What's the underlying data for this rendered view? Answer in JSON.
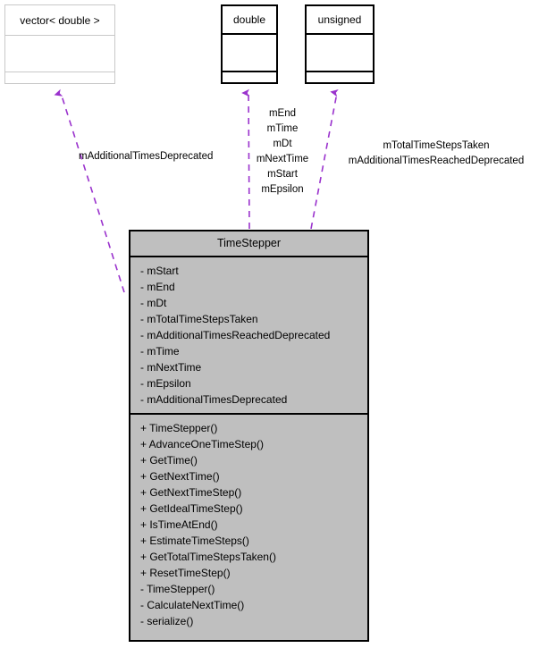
{
  "diagram": {
    "type": "uml-collaboration-diagram",
    "accent_color": "#9a32cd",
    "highlight_fill": "#bfbfbf",
    "nodes": [
      {
        "id": "vector-double",
        "title": "vector< double >",
        "style": "plain",
        "compartments": 3
      },
      {
        "id": "double",
        "title": "double",
        "style": "strong",
        "compartments": 3
      },
      {
        "id": "unsigned",
        "title": "unsigned",
        "style": "strong",
        "compartments": 3
      },
      {
        "id": "timestepper",
        "title": "TimeStepper",
        "style": "highlight",
        "attributes": [
          "- mStart",
          "- mEnd",
          "- mDt",
          "- mTotalTimeStepsTaken",
          "- mAdditionalTimesReachedDeprecated",
          "- mTime",
          "- mNextTime",
          "- mEpsilon",
          "- mAdditionalTimesDeprecated"
        ],
        "methods": [
          "+ TimeStepper()",
          "+ AdvanceOneTimeStep()",
          "+ GetTime()",
          "+ GetNextTime()",
          "+ GetNextTimeStep()",
          "+ GetIdealTimeStep()",
          "+ IsTimeAtEnd()",
          "+ EstimateTimeSteps()",
          "+ GetTotalTimeStepsTaken()",
          "+ ResetTimeStep()",
          "- TimeStepper()",
          "- CalculateNextTime()",
          "- serialize()"
        ]
      }
    ],
    "edge_labels": {
      "vector_double": "mAdditionalTimesDeprecated",
      "double": "mEnd\nmTime\nmDt\nmNextTime\nmStart\nmEpsilon",
      "double_lines": [
        "mEnd",
        "mTime",
        "mDt",
        "mNextTime",
        "mStart",
        "mEpsilon"
      ],
      "unsigned_lines": [
        "mTotalTimeStepsTaken",
        "mAdditionalTimesReachedDeprecated"
      ]
    }
  }
}
